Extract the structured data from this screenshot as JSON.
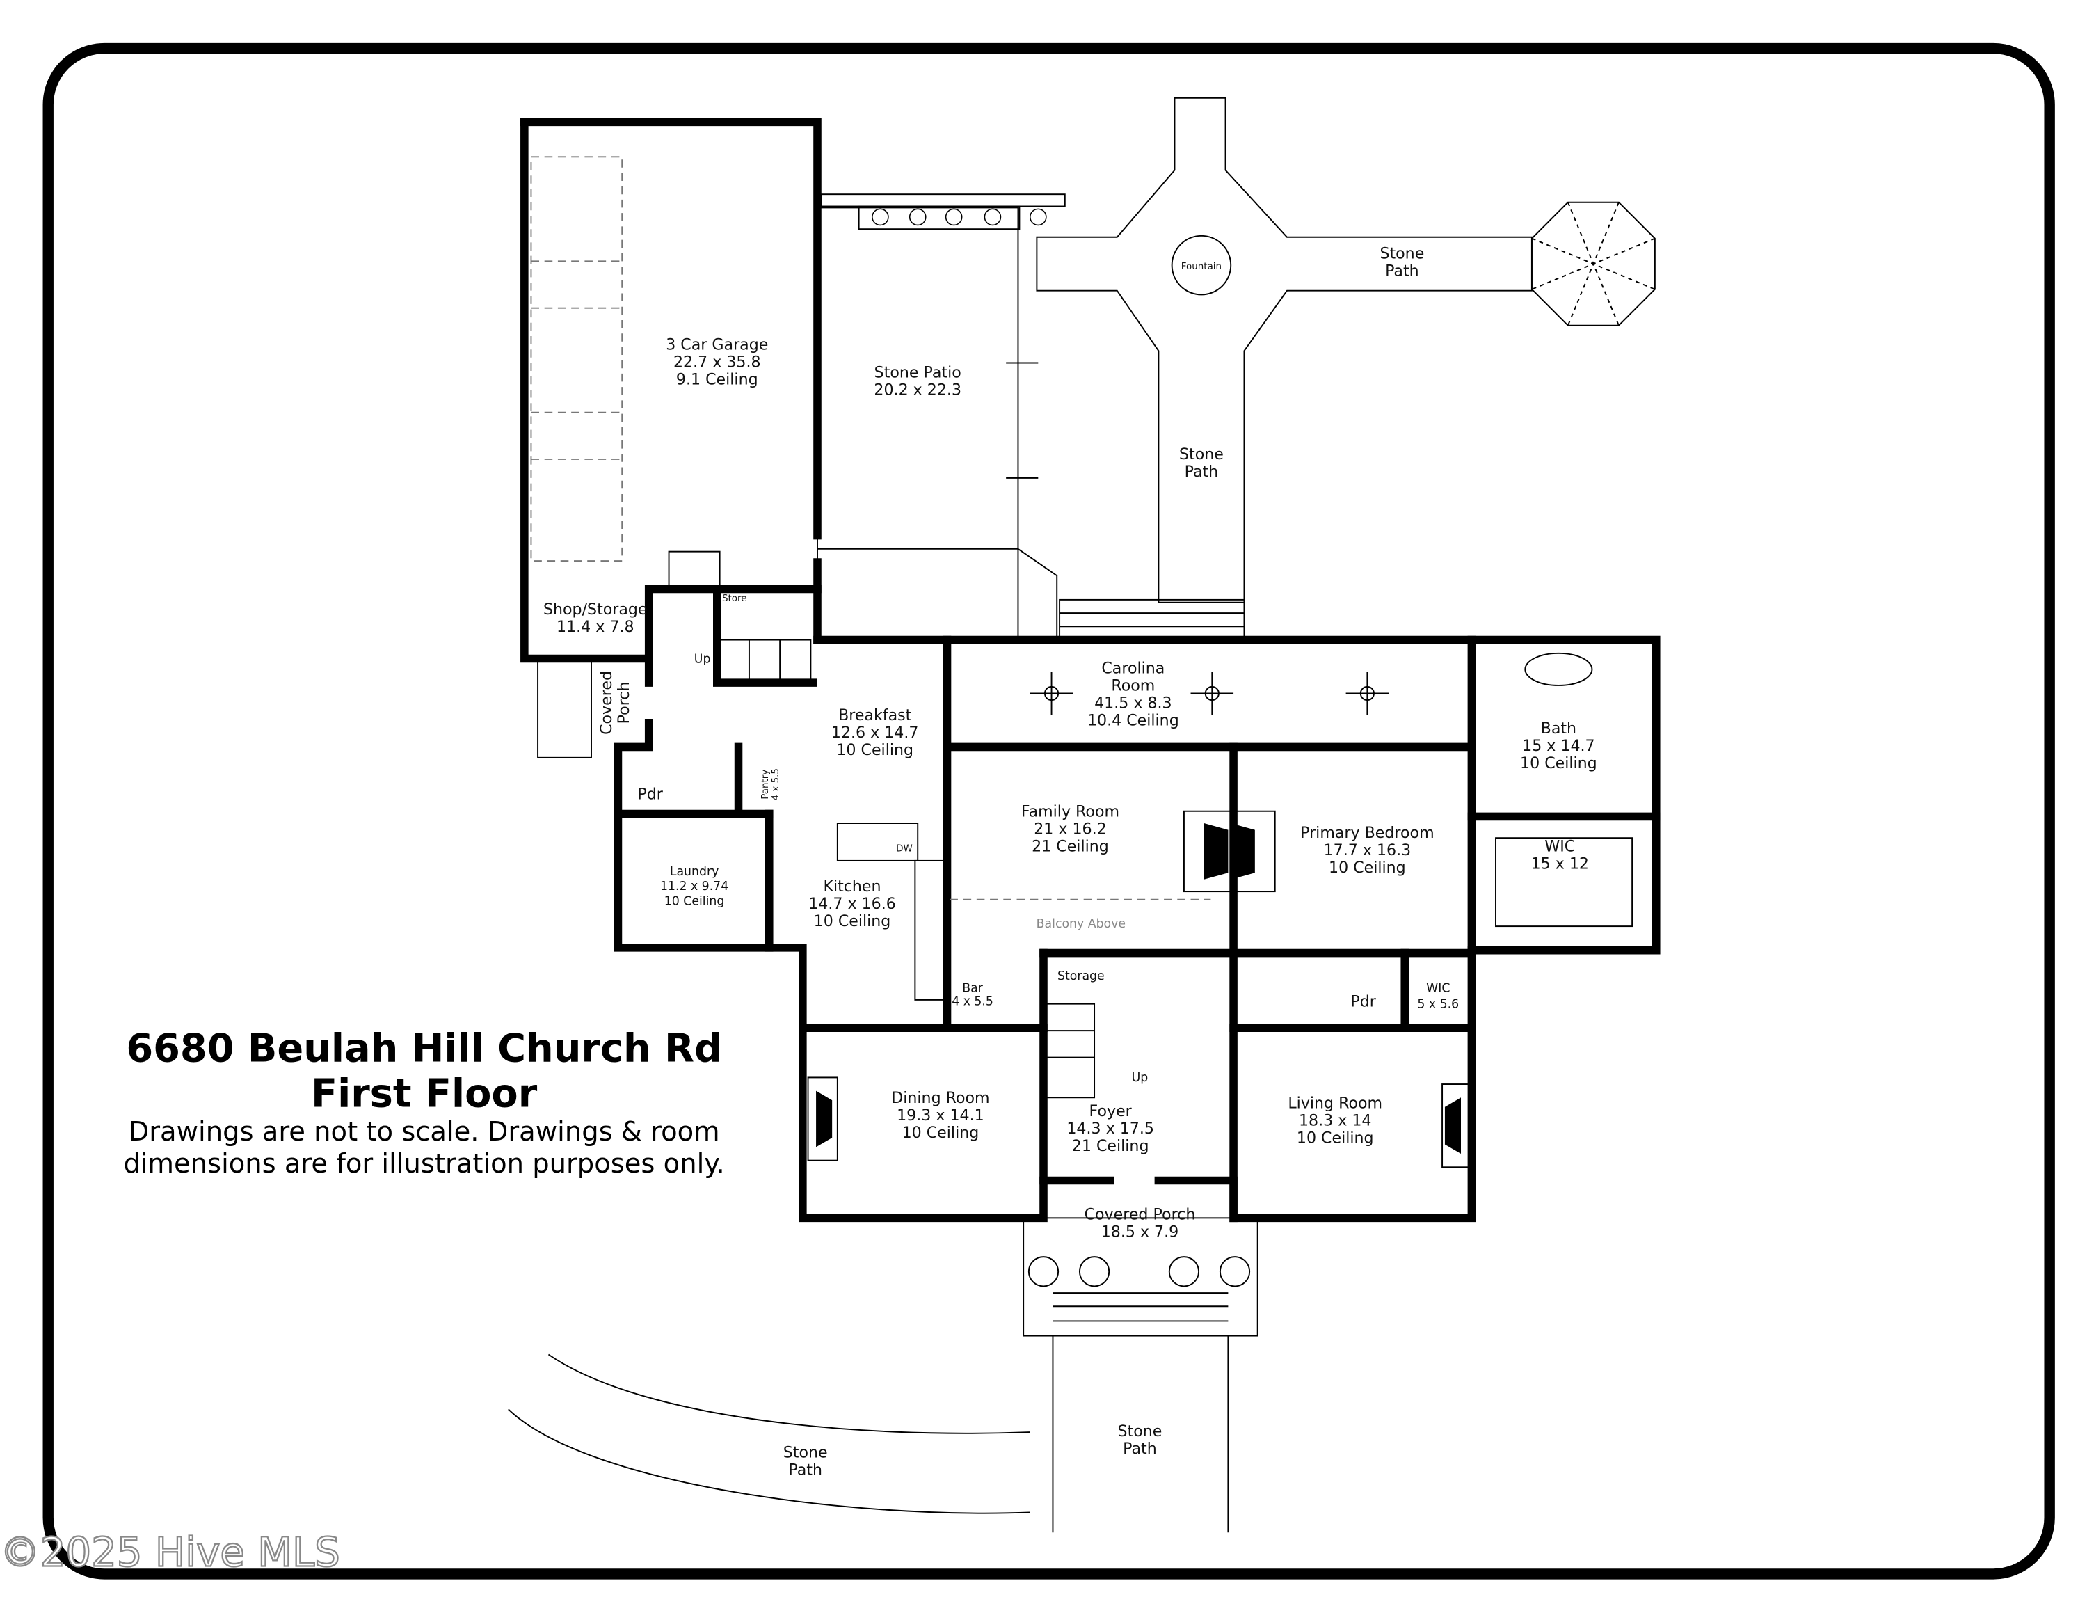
{
  "title": {
    "address": "6680 Beulah Hill Church Rd",
    "floor": "First Floor",
    "disclaimer": [
      "Drawings are not to scale. Drawings & room",
      "dimensions are for illustration purposes only."
    ]
  },
  "watermark": "©2025 Hive MLS",
  "rooms": {
    "garage": [
      "3 Car Garage",
      "22.7 x 35.8",
      "9.1 Ceiling"
    ],
    "shop": [
      "Shop/Storage",
      "11.4 x 7.8"
    ],
    "store": "Store",
    "stone_patio": [
      "Stone Patio",
      "20.2 x 22.3"
    ],
    "fountain": "Fountain",
    "stone_path_right": [
      "Stone",
      "Path"
    ],
    "stone_path_center": [
      "Stone",
      "Path"
    ],
    "stone_path_front": [
      "Stone",
      "Path"
    ],
    "stone_path_curve": [
      "Stone",
      "Path"
    ],
    "covered_porch_side": [
      "Covered",
      "Porch"
    ],
    "up_rear": "Up",
    "breakfast": [
      "Breakfast",
      "12.6 x 14.7",
      "10 Ceiling"
    ],
    "carolina": [
      "Carolina",
      "Room",
      "41.5 x 8.3",
      "10.4 Ceiling"
    ],
    "bath": [
      "Bath",
      "15 x 14.7",
      "10 Ceiling"
    ],
    "pdr_left": "Pdr",
    "pantry": [
      "Pantry",
      "4 x 5.5"
    ],
    "laundry": [
      "Laundry",
      "11.2 x 9.74",
      "10 Ceiling"
    ],
    "kitchen": [
      "Kitchen",
      "14.7 x 16.6",
      "10 Ceiling"
    ],
    "dw": "DW",
    "family": [
      "Family Room",
      "21 x 16.2",
      "21 Ceiling"
    ],
    "primary": [
      "Primary Bedroom",
      "17.7 x 16.3",
      "10 Ceiling"
    ],
    "wic_large": [
      "WIC",
      "15 x 12"
    ],
    "balcony": "Balcony Above",
    "bar": [
      "Bar",
      "4 x 5.5"
    ],
    "storage": "Storage",
    "pdr_right": "Pdr",
    "wic_small": [
      "WIC",
      "5 x 5.6"
    ],
    "dining": [
      "Dining Room",
      "19.3 x 14.1",
      "10 Ceiling"
    ],
    "foyer": [
      "Foyer",
      "14.3 x 17.5",
      "21 Ceiling"
    ],
    "up_foyer": "Up",
    "living": [
      "Living Room",
      "18.3 x 14",
      "10 Ceiling"
    ],
    "front_porch": [
      "Covered Porch",
      "18.5 x 7.9"
    ]
  }
}
